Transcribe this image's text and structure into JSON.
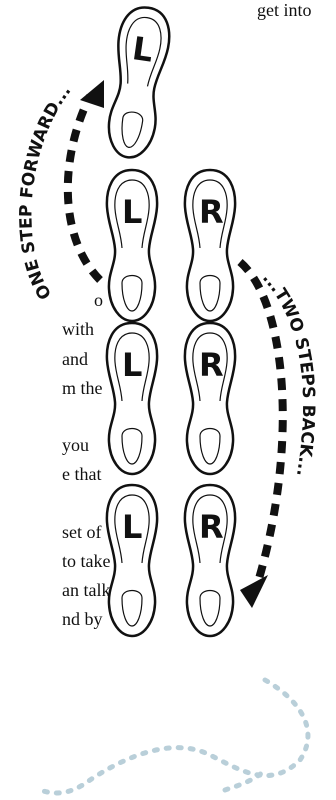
{
  "page": {
    "text_fragments": [
      "get into",
      "o",
      "with",
      "and",
      "m the",
      "you",
      "e that",
      "set of",
      "to take a",
      "an talk",
      "nd by"
    ]
  },
  "illustration": {
    "footprints": [
      {
        "letter": "L"
      },
      {
        "letter": "L"
      },
      {
        "letter": "R"
      },
      {
        "letter": "L"
      },
      {
        "letter": "R"
      },
      {
        "letter": "L"
      },
      {
        "letter": "R"
      }
    ],
    "labels": {
      "forward": "ONE STEP FORWARD...",
      "back": "...TWO STEPS BACK..."
    },
    "colors": {
      "ink": "#111111",
      "footprint_fill": "#ffffff",
      "trail": "#b9cfd9"
    }
  }
}
